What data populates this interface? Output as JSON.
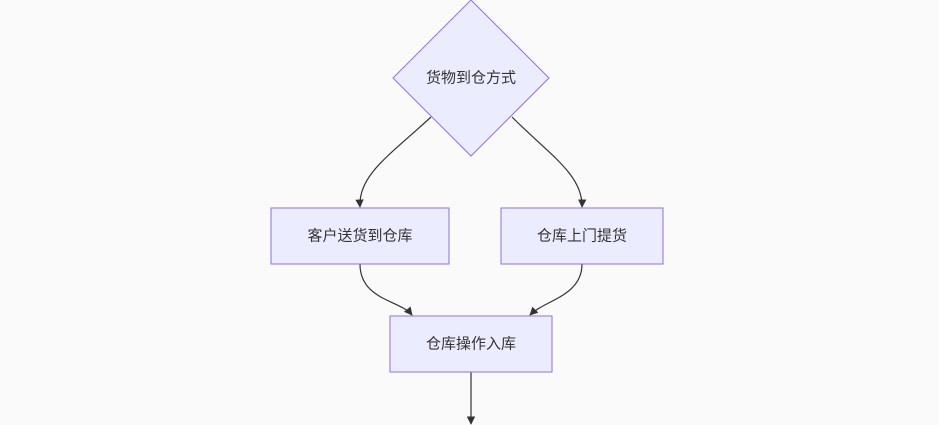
{
  "colors": {
    "background": "#fafafa",
    "node_fill": "#ececff",
    "node_stroke": "#9370db",
    "edge": "#333333",
    "text": "#333333"
  },
  "nodes": {
    "decision": {
      "label": "货物到仓方式",
      "shape": "diamond"
    },
    "customer_delivery": {
      "label": "客户送货到仓库",
      "shape": "rect"
    },
    "warehouse_pickup": {
      "label": "仓库上门提货",
      "shape": "rect"
    },
    "warehouse_receiving": {
      "label": "仓库操作入库",
      "shape": "rect"
    }
  },
  "edges": [
    {
      "from": "decision",
      "to": "customer_delivery"
    },
    {
      "from": "decision",
      "to": "warehouse_pickup"
    },
    {
      "from": "customer_delivery",
      "to": "warehouse_receiving"
    },
    {
      "from": "warehouse_pickup",
      "to": "warehouse_receiving"
    },
    {
      "from": "warehouse_receiving",
      "to": ""
    }
  ]
}
